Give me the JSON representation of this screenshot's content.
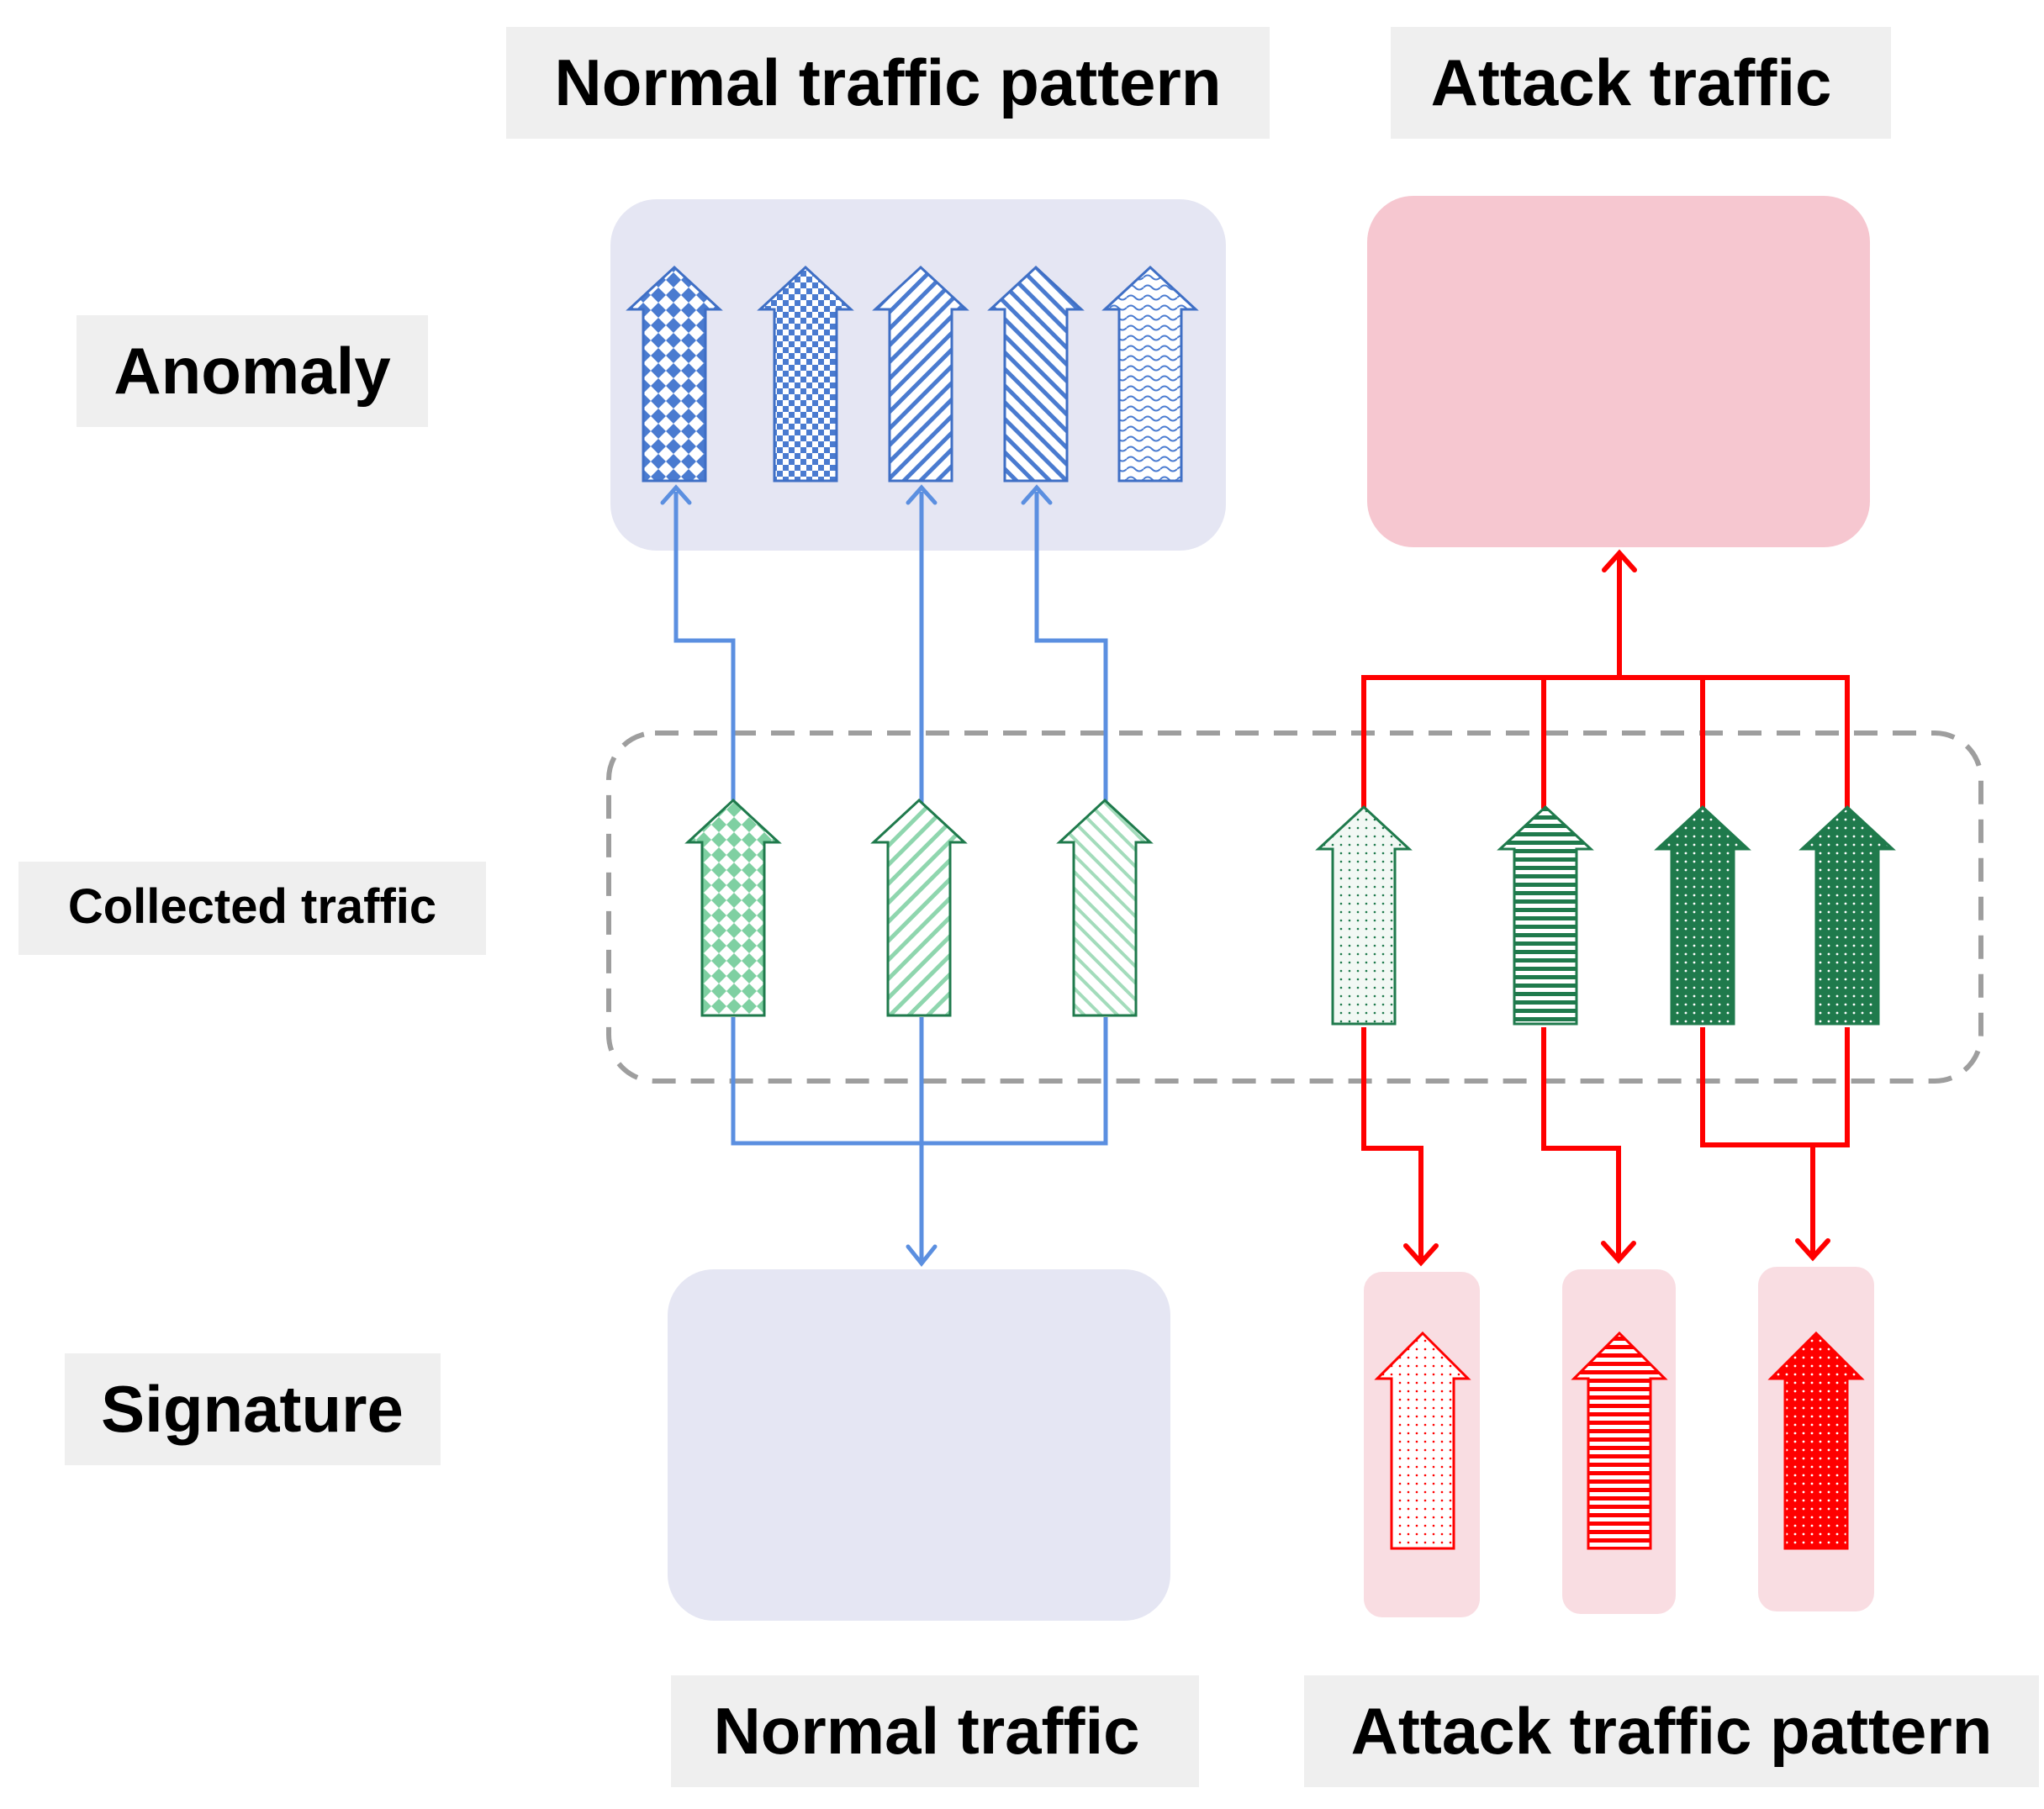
{
  "labels": {
    "normal_traffic_pattern": "Normal traffic pattern",
    "attack_traffic": "Attack traffic",
    "anomaly": "Anomaly",
    "collected_traffic": "Collected traffic",
    "signature": "Signature",
    "normal_traffic": "Normal traffic",
    "attack_traffic_pattern": "Attack traffic pattern"
  },
  "colors": {
    "label_bg": "#efefef",
    "normal_box": "#e5e6f3",
    "attack_box": "#f6c7d0",
    "attack_small_box": "#f9dde2",
    "blue_arrow": "#3f6fc5",
    "blue_line": "#5b8fe0",
    "green_dark": "#1f7a4c",
    "green_light": "#dff2e7",
    "red": "#ff0000",
    "dashed_border": "#9e9e9e"
  }
}
